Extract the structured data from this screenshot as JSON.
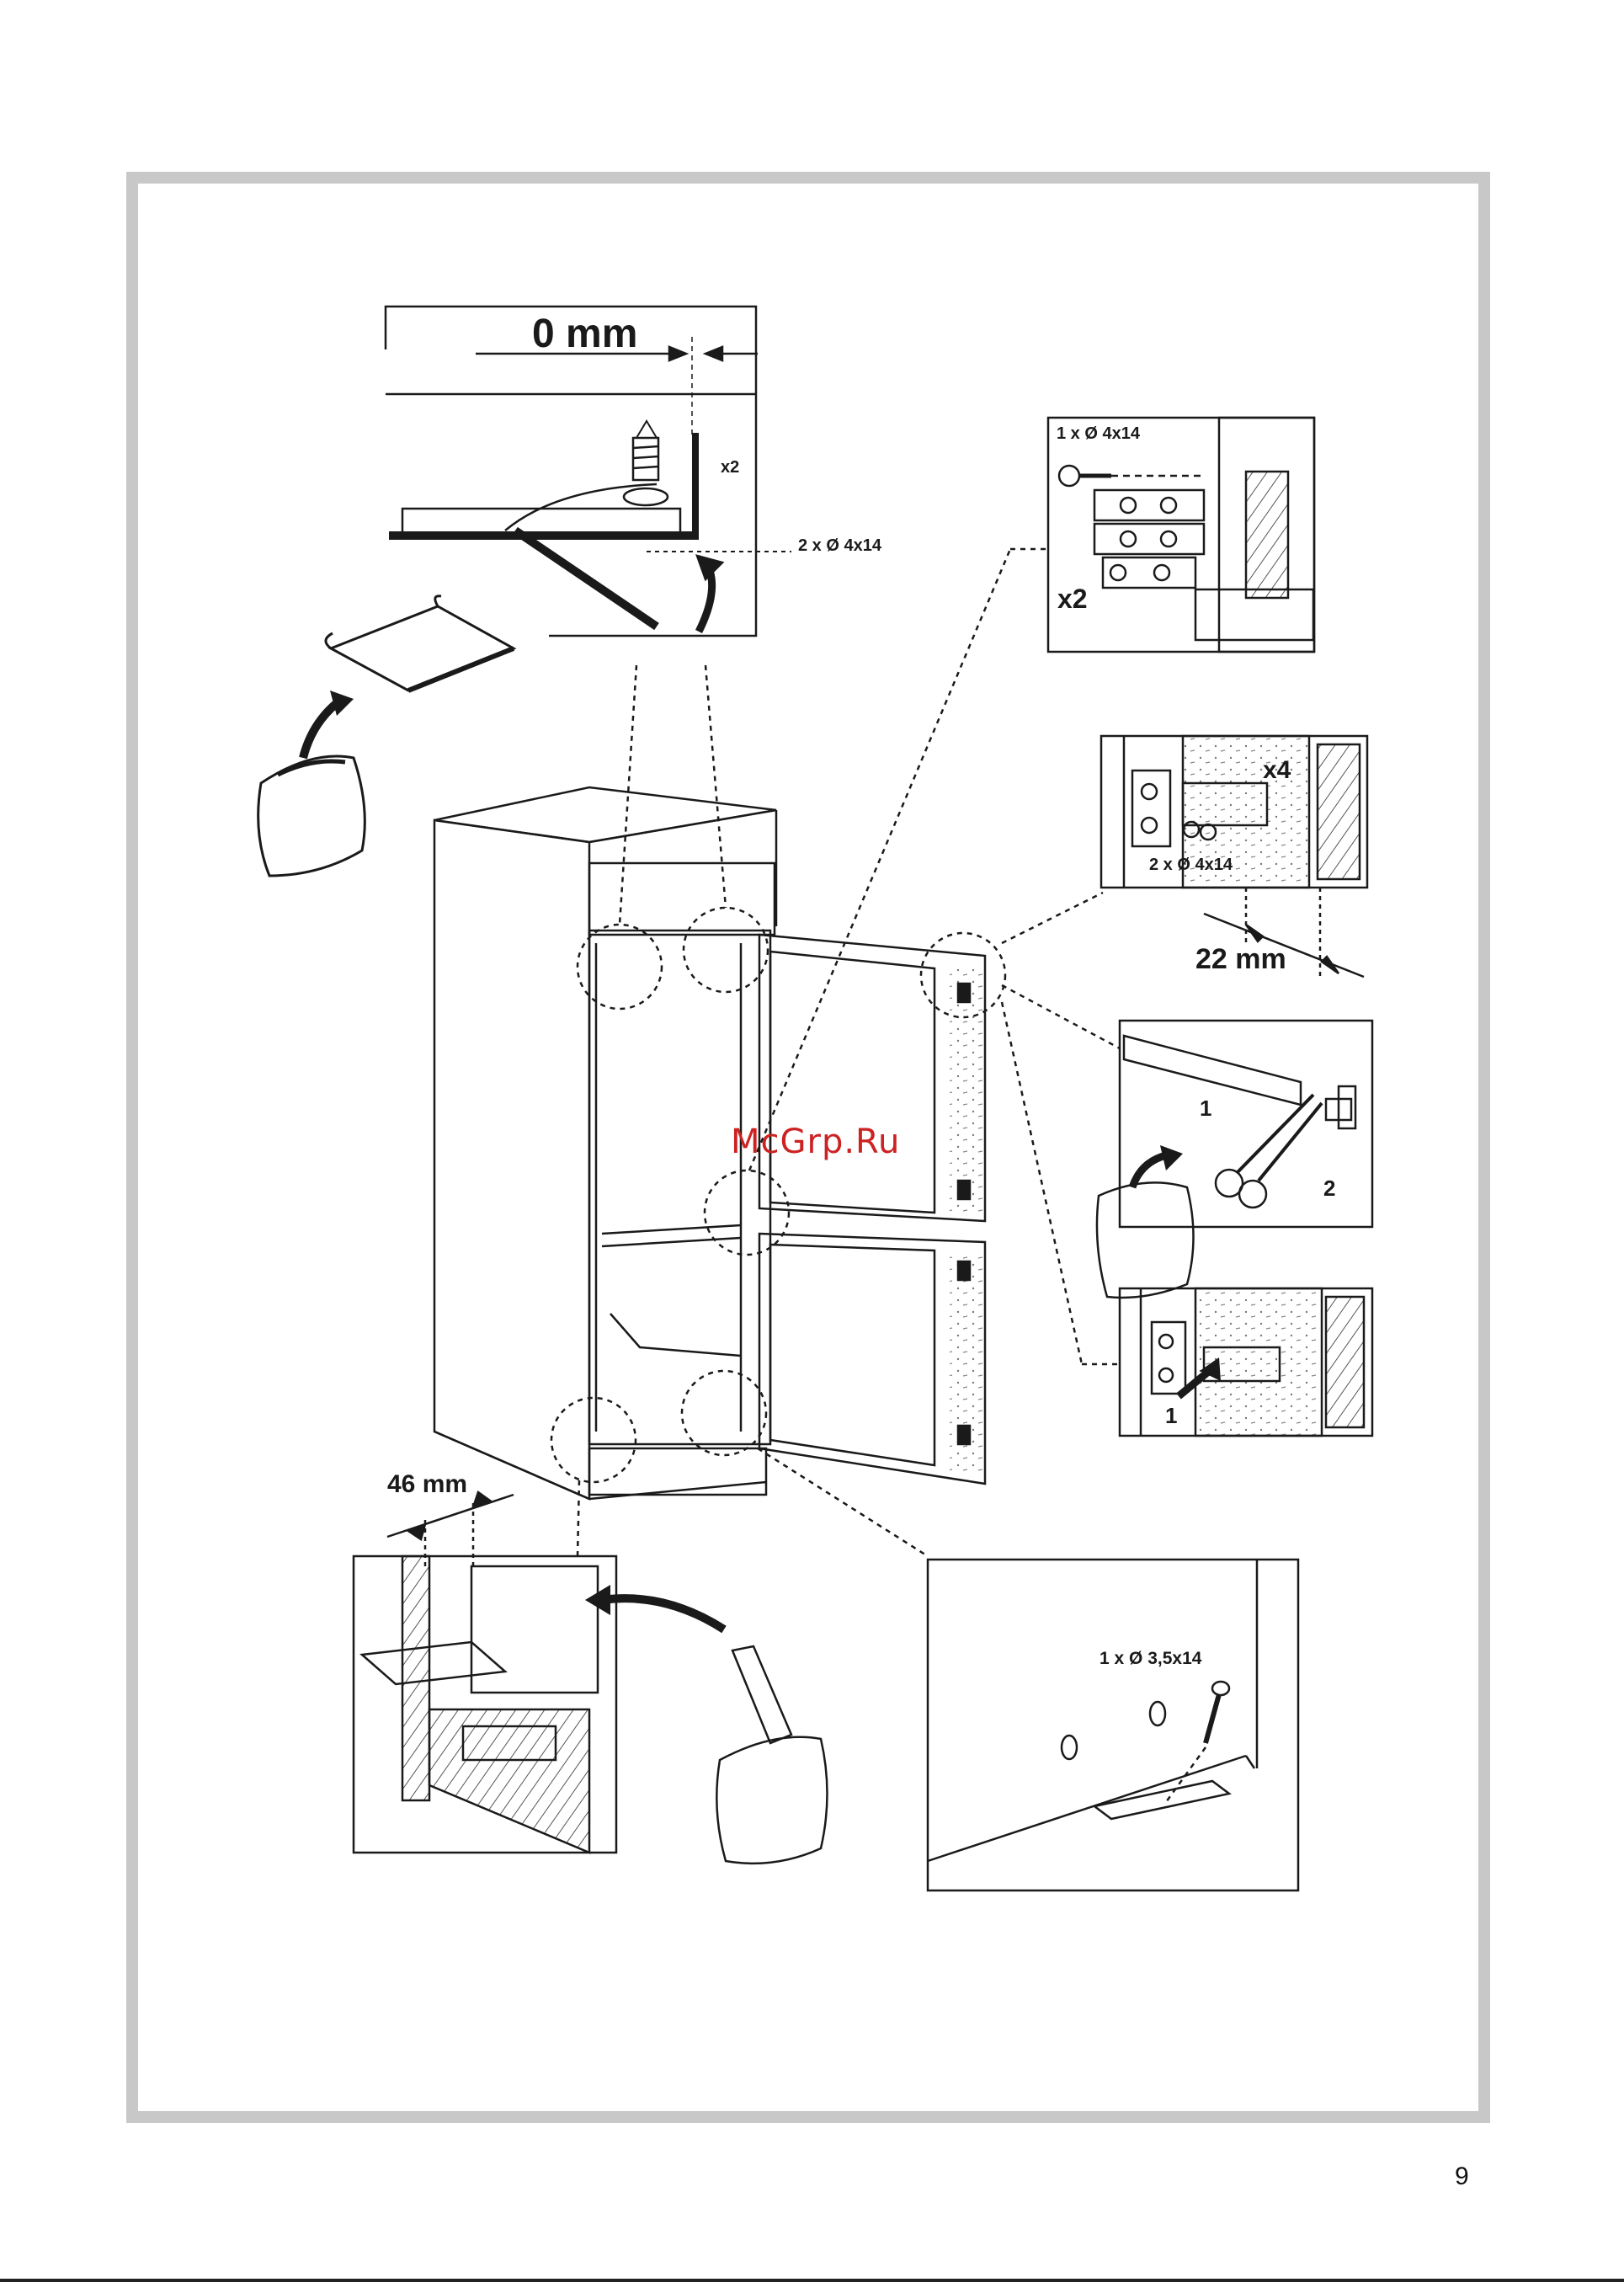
{
  "labels": {
    "top_gap": "0 mm",
    "top_screw_count": "x2",
    "top_screw_spec": "2 x Ø 4x14",
    "hinge_screw_spec": "1 x Ø 4x14",
    "hinge_count": "x2",
    "bracket_count": "x4",
    "bracket_screw_spec": "2 x Ø 4x14",
    "side_gap": "22 mm",
    "cut_step_1": "1",
    "cut_step_2": "2",
    "slide_step_1": "1",
    "bottom_gap": "46 mm",
    "bottom_screw_spec": "1 x  Ø 3,5x14"
  },
  "watermark": "McGrp.Ru",
  "page_number": "9",
  "colors": {
    "frame": "#c8c8c8",
    "line": "#1a1a1a",
    "watermark": "#cc2222",
    "hatch": "#555555"
  }
}
